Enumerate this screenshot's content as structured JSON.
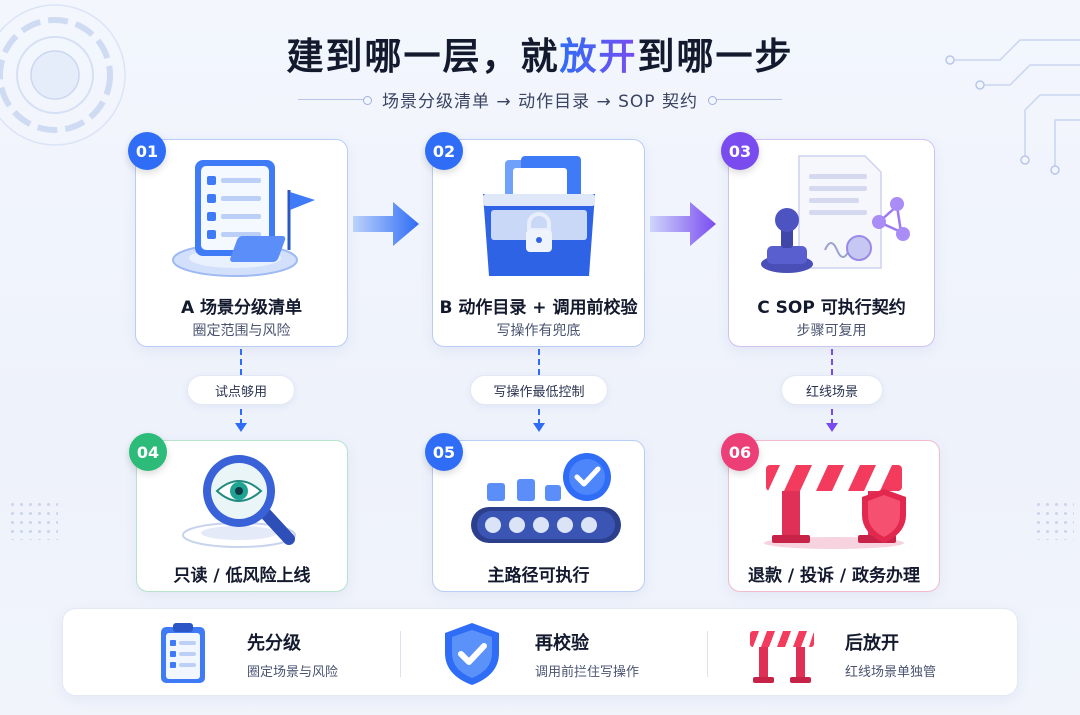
{
  "header": {
    "title_part1": "建到哪一层，就",
    "title_highlight": "放开",
    "title_part2": "到哪一步",
    "subtitle": "场景分级清单 → 动作目录 → SOP 契约"
  },
  "colors": {
    "blue": "#2f6df6",
    "purple": "#7a4cf0",
    "green": "#2dbb7a",
    "pink": "#ec3f78"
  },
  "cards": [
    {
      "badge": "01",
      "title": "A 场景分级清单",
      "subtitle": "圈定范围与风险",
      "icon": "checklist-flag-icon"
    },
    {
      "badge": "02",
      "title": "B 动作目录 + 调用前校验",
      "subtitle": "写操作有兜底",
      "icon": "locked-file-box-icon"
    },
    {
      "badge": "03",
      "title": "C SOP 可执行契约",
      "subtitle": "步骤可复用",
      "icon": "contract-stamp-icon"
    },
    {
      "badge": "04",
      "title": "只读 / 低风险上线",
      "icon": "magnifier-eye-icon"
    },
    {
      "badge": "05",
      "title": "主路径可执行",
      "icon": "conveyor-check-icon"
    },
    {
      "badge": "06",
      "title": "退款 / 投诉 / 政务办理",
      "icon": "barrier-shield-icon"
    }
  ],
  "connectors": [
    {
      "label": "试点够用"
    },
    {
      "label": "写操作最低控制"
    },
    {
      "label": "红线场景"
    }
  ],
  "summary": [
    {
      "title": "先分级",
      "subtitle": "圈定场景与风险",
      "icon": "clipboard-checklist-icon"
    },
    {
      "title": "再校验",
      "subtitle": "调用前拦住写操作",
      "icon": "shield-check-icon"
    },
    {
      "title": "后放开",
      "subtitle": "红线场景单独管",
      "icon": "barrier-icon"
    }
  ]
}
